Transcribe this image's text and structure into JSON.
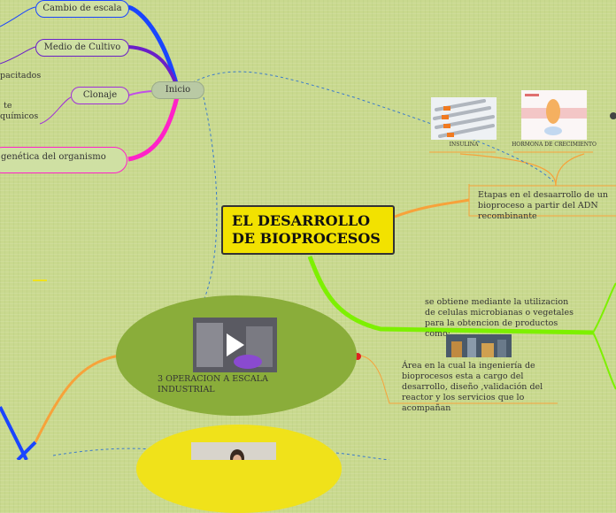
{
  "center_title": "EL DESARROLLO DE BIOPROCESOS",
  "inicio": "Inicio",
  "branches_left": {
    "cambio": "Cambio de escala",
    "medio": "Medio de Cultivo",
    "clonaje": "Clonaje",
    "partial1": "pacitados",
    "partial2a": "te",
    "partial2b": "químicos",
    "genetica": "genética del organismo"
  },
  "etapas": "Etapas en el desaarrollo de un bioproceso a partir del ADN recombinante",
  "images_top": [
    {
      "caption": "INSULINA"
    },
    {
      "caption": "HORMONA DE CRECIMIENTO"
    }
  ],
  "microbianas": "se obtiene mediante la utilizacion de celulas microbianas o vegetales para la obtencion de productos como:",
  "ingenieria": "Área en la cual la  ingeniería de bioprocesos esta a cargo del desarrollo, diseño ,validación del reactor y los servicios que lo acompañan",
  "operacion": "3 OPERACION A ESCALA INDUSTRIAL",
  "colors": {
    "center": "#f2e200",
    "ellipse1": "#8aad3a",
    "ellipse2": "#f0e21a",
    "green_branch": "#7df000",
    "orange_branch": "#f7a23a"
  }
}
